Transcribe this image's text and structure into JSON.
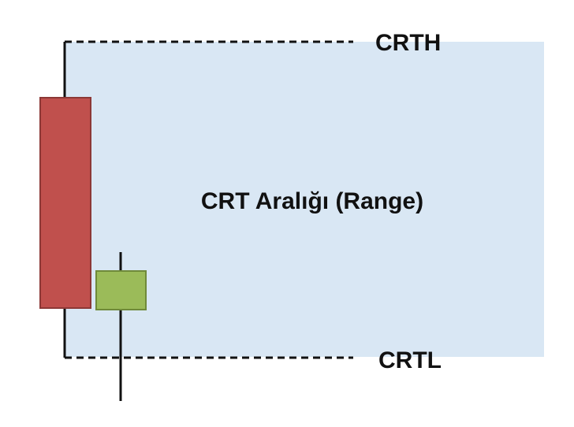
{
  "diagram": {
    "high_label": "CRTH",
    "low_label": "CRTL",
    "range_label": "CRT Aralığı (Range)"
  },
  "colors": {
    "range_fill": "#d9e7f4",
    "bearish_candle": "#c0504d",
    "bearish_border": "#8c3836",
    "bullish_candle": "#9bbb59",
    "bullish_border": "#6f8a3a",
    "line": "#111111"
  },
  "candles": [
    {
      "name": "range-candle",
      "direction": "bearish"
    },
    {
      "name": "sweep-candle",
      "direction": "bullish"
    }
  ]
}
